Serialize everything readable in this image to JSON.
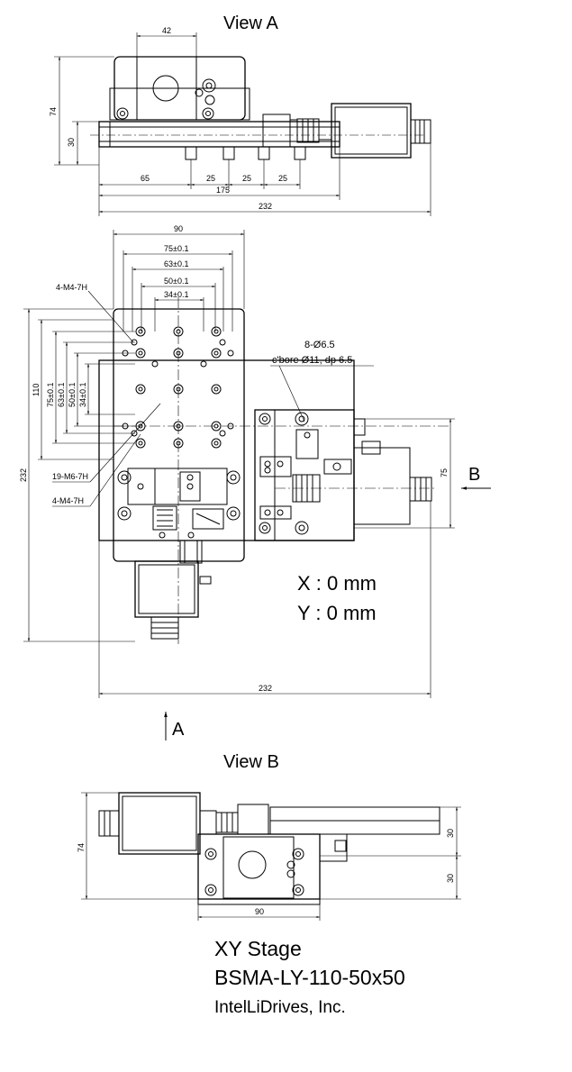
{
  "views": {
    "view_a": "View A",
    "view_b": "View B"
  },
  "view_a_dims": {
    "width_top": "42",
    "height_total": "74",
    "height_base": "30",
    "seg1": "65",
    "seg2": "25",
    "seg3": "25",
    "seg4": "25",
    "length_175": "175",
    "length_232": "232"
  },
  "top_view_dims": {
    "width_90": "90",
    "d75": "75±0.1",
    "d63": "63±0.1",
    "d50": "50±0.1",
    "d34": "34±0.1",
    "v110": "110",
    "v75": "75±0.1",
    "v63": "63±0.1",
    "v50": "50±0.1",
    "v34": "34±0.1",
    "v232": "232",
    "h232": "232",
    "right_75": "75",
    "tap_top": "4-M4-7H",
    "tap_m6": "19-M6-7H",
    "tap_bottom": "4-M4-7H",
    "cbore_count": "8-Ø6.5",
    "cbore_spec": "c'bore Ø11, dp 6.5"
  },
  "position": {
    "x": "X : 0 mm",
    "y": "Y : 0 mm"
  },
  "arrows": {
    "a": "A",
    "b": "B"
  },
  "view_b_dims": {
    "height_74": "74",
    "right_30_top": "30",
    "right_30_bottom": "30",
    "width_90": "90"
  },
  "caption": {
    "title": "XY Stage",
    "model": "BSMA-LY-110-50x50",
    "company": "IntelLiDrives, Inc."
  }
}
